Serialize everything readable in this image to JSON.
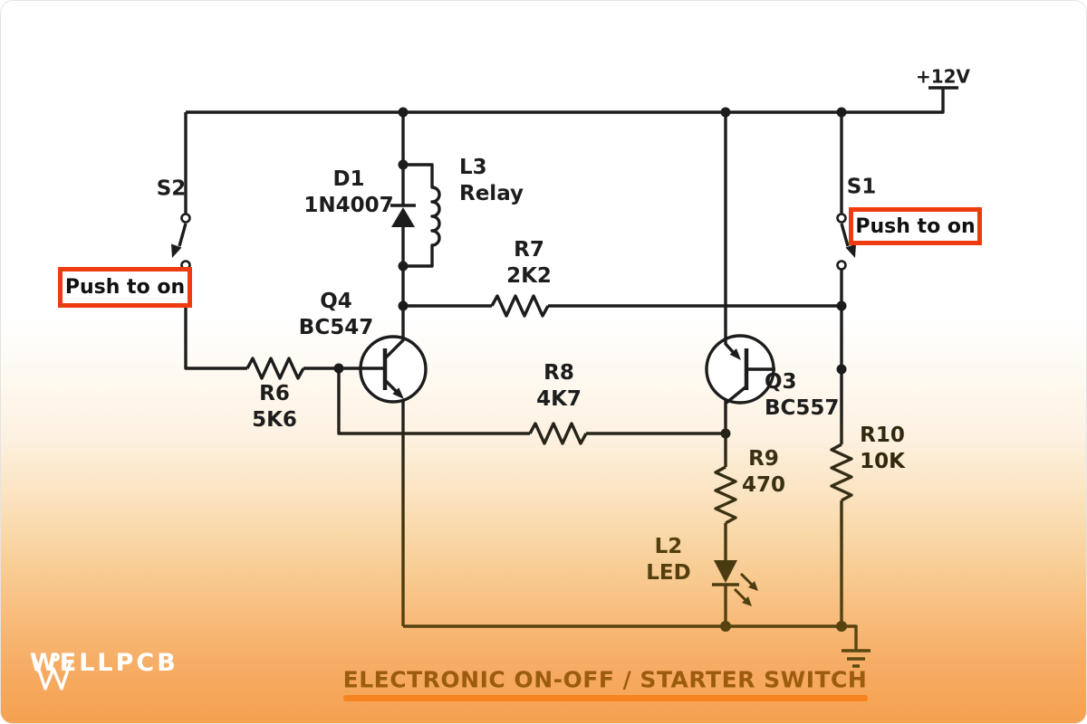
{
  "supply": {
    "label": "+12V"
  },
  "switches": {
    "s2": {
      "ref": "S2",
      "action_label": "Push to on"
    },
    "s1": {
      "ref": "S1",
      "action_label": "Push to on"
    }
  },
  "components": {
    "d1": {
      "ref": "D1",
      "value": "1N4007"
    },
    "l3": {
      "ref": "L3",
      "value": "Relay"
    },
    "r6": {
      "ref": "R6",
      "value": "5K6"
    },
    "r7": {
      "ref": "R7",
      "value": "2K2"
    },
    "r8": {
      "ref": "R8",
      "value": "4K7"
    },
    "r9": {
      "ref": "R9",
      "value": "470"
    },
    "r10": {
      "ref": "R10",
      "value": "10K"
    },
    "q4": {
      "ref": "Q4",
      "value": "BC547"
    },
    "q3": {
      "ref": "Q3",
      "value": "BC557"
    },
    "l2": {
      "ref": "L2",
      "value": "LED"
    }
  },
  "title": "ELECTRONIC ON-OFF / STARTER SWITCH",
  "brand": "WELLPCB",
  "colors": {
    "wire": "#1c1c1c",
    "wire_bottom": "#66500f",
    "callout_red": "#ee3b10",
    "title_text": "#9c5c0e",
    "title_underline": "#f5831f",
    "bottom_orange": "#f5a251"
  }
}
